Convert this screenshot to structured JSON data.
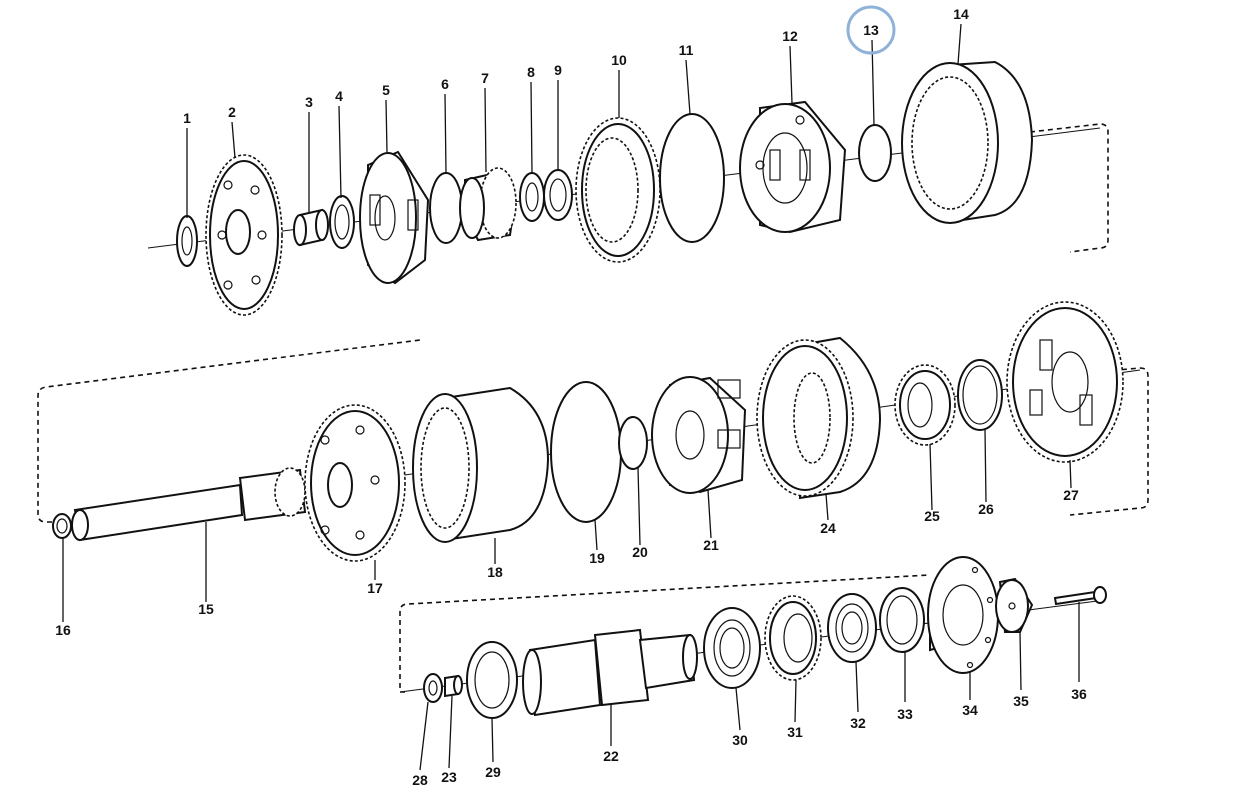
{
  "diagram": {
    "highlighted_callout": "13",
    "highlight_color": "#8fb2d9",
    "line_color": "#111111",
    "callouts": [
      "1",
      "2",
      "3",
      "4",
      "5",
      "6",
      "7",
      "8",
      "9",
      "10",
      "11",
      "12",
      "13",
      "14",
      "15",
      "16",
      "17",
      "18",
      "19",
      "20",
      "21",
      "22",
      "23",
      "24",
      "25",
      "26",
      "27",
      "28",
      "29",
      "30",
      "31",
      "32",
      "33",
      "34",
      "35",
      "36"
    ]
  }
}
